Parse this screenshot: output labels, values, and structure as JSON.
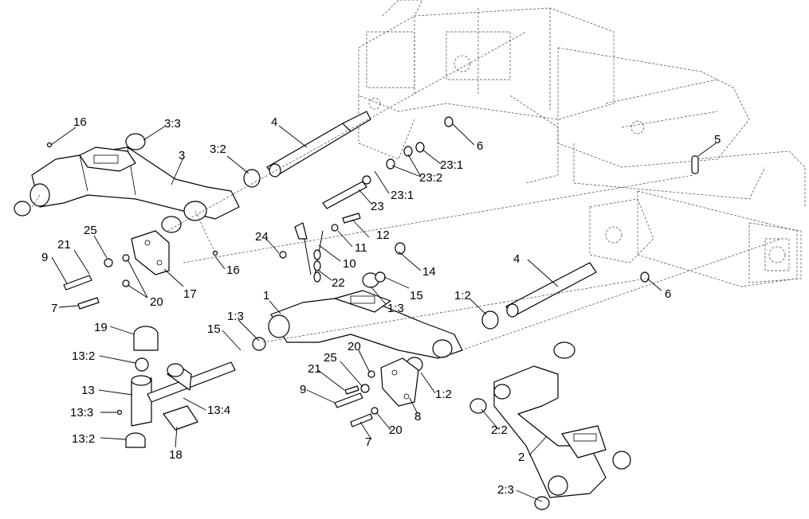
{
  "labels": {
    "l16a": "16",
    "l3_3": "3:3",
    "l3": "3",
    "l3_2": "3:2",
    "l4a": "4",
    "l6a": "6",
    "l23_1a": "23:1",
    "l23_2": "23:2",
    "l23_1b": "23:1",
    "l23": "23",
    "l5": "5",
    "l12": "12",
    "l11": "11",
    "l24": "24",
    "l10": "10",
    "l14": "14",
    "l22": "22",
    "l15a": "15",
    "l1_3a": "1:3",
    "l4b": "4",
    "l6b": "6",
    "l1_2a": "1:2",
    "l25a": "25",
    "l21a": "21",
    "l9a": "9",
    "l16b": "16",
    "l17": "17",
    "l20a": "20",
    "l7a": "7",
    "l1": "1",
    "l19": "19",
    "l15b": "15",
    "l1_3b": "1:3",
    "l13_2a": "13:2",
    "l13": "13",
    "l13_3": "13:3",
    "l13_4": "13:4",
    "l13_2b": "13:2",
    "l18": "18",
    "l20b": "20",
    "l25b": "25",
    "l21b": "21",
    "l9b": "9",
    "l1_2b": "1:2",
    "l8": "8",
    "l20c": "20",
    "l7b": "7",
    "l2_2": "2:2",
    "l2": "2",
    "l2_3": "2:3"
  }
}
